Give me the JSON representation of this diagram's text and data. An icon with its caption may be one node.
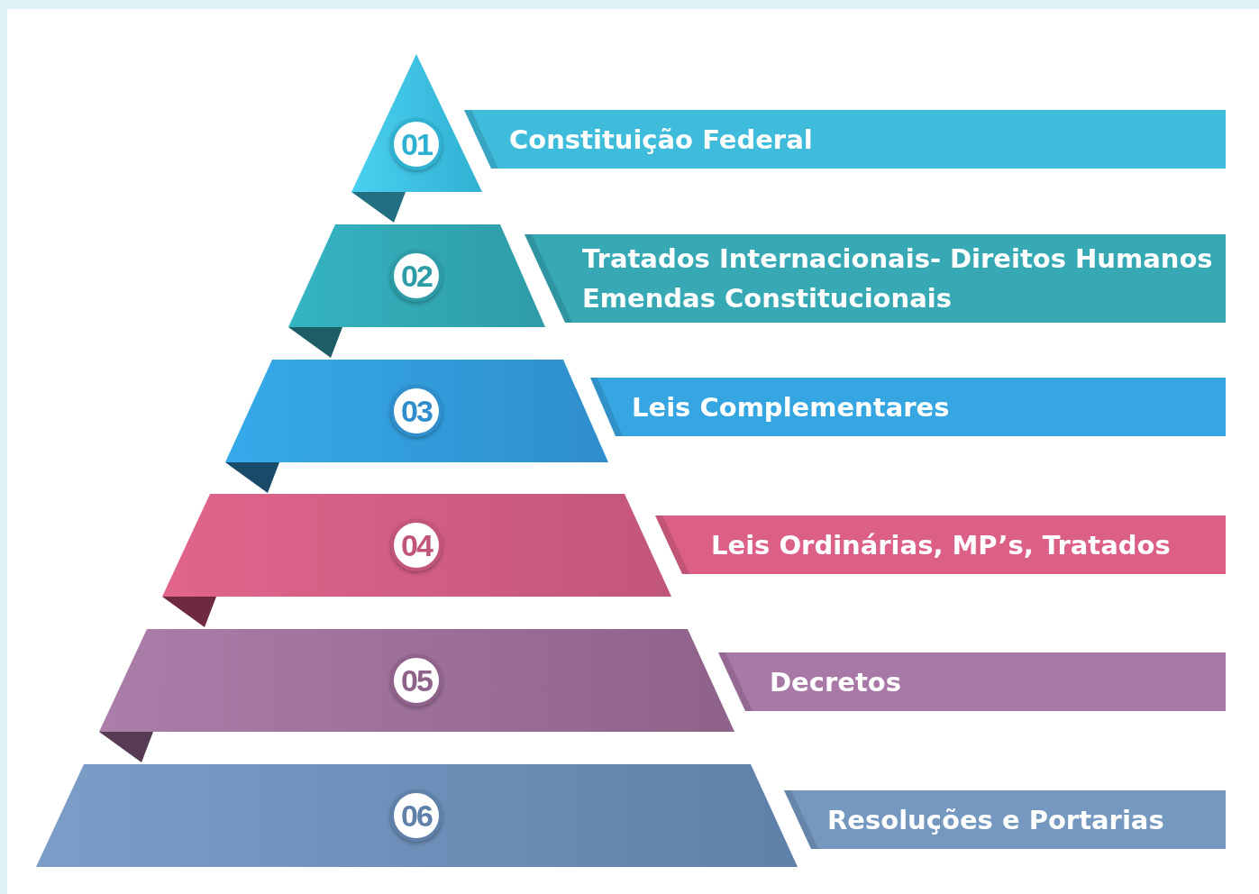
{
  "diagram": {
    "nodes": [
      {
        "text": [
          "01"
        ]
      },
      {
        "text": [
          "Constituição Federal"
        ]
      },
      {
        "text": [
          "02"
        ]
      },
      {
        "text": [
          "Tratados Internacionais- Direitos Humanos",
          "Emendas Constitucionais"
        ]
      },
      {
        "text": [
          "03"
        ]
      },
      {
        "text": [
          "Leis Complementares"
        ]
      },
      {
        "text": [
          "04"
        ]
      },
      {
        "text": [
          "Leis Ordinárias, MP’s, Tratados"
        ]
      },
      {
        "text": [
          "05"
        ]
      },
      {
        "text": [
          "Decretos"
        ]
      },
      {
        "text": [
          "06"
        ]
      },
      {
        "text": [
          "Resoluções e Portarias"
        ]
      }
    ]
  }
}
